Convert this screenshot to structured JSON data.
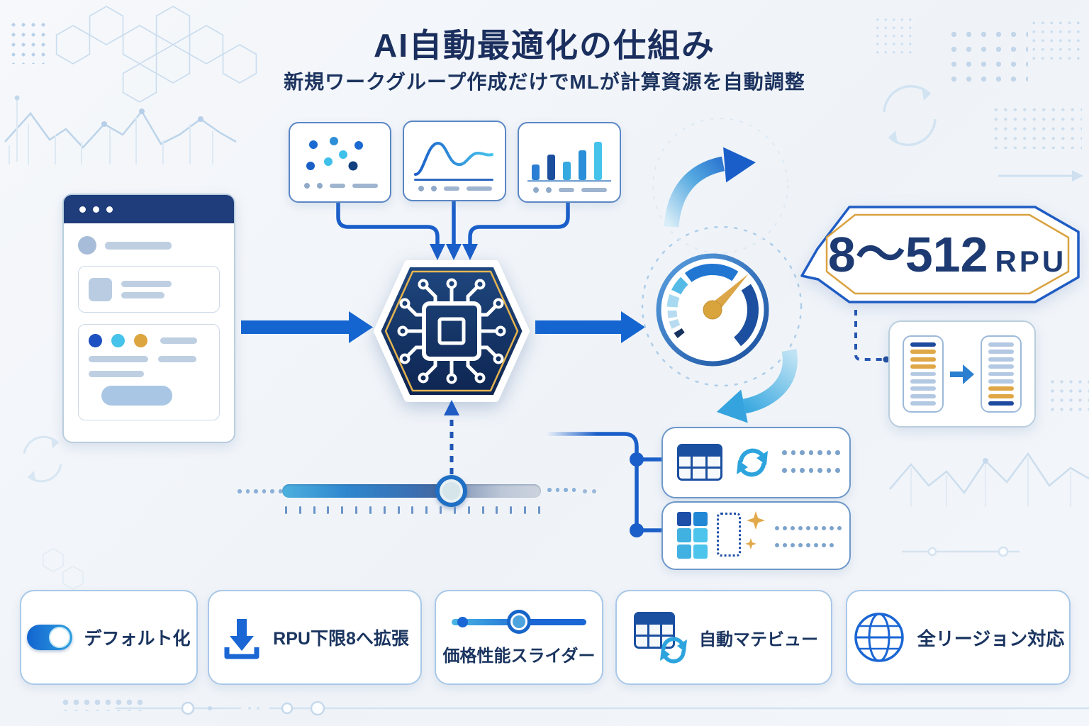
{
  "header": {
    "title": "AI自動最適化の仕組み",
    "subtitle": "新規ワークグループ作成だけでMLが計算資源を自動調整"
  },
  "bubble": {
    "value": "8〜512",
    "unit": "RPU"
  },
  "features": [
    {
      "label": "デフォルト化",
      "icon": "toggle-on-icon"
    },
    {
      "label": "RPU下限8へ拡張",
      "icon": "download-icon"
    },
    {
      "label": "価格性能スライダー",
      "icon": "slider-icon"
    },
    {
      "label": "自動マテビュー",
      "icon": "table-sync-icon"
    },
    {
      "label": "全リージョン対応",
      "icon": "globe-icon"
    }
  ],
  "colors": {
    "navy_text": "#1b2f5e",
    "primary_blue": "#1565d1",
    "cyan": "#3ab5e5",
    "gold": "#dda43e",
    "hexagon_navy": "#14305c",
    "card_border": "#a9c8e8"
  }
}
